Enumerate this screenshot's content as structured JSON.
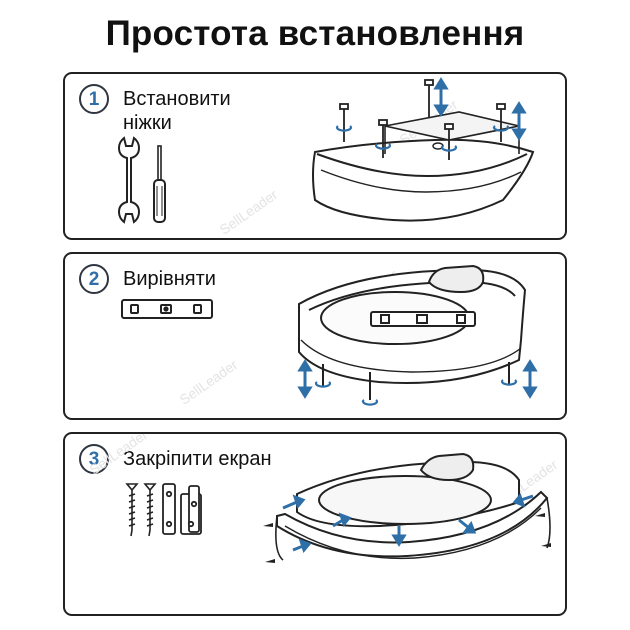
{
  "title": "Простота встановлення",
  "steps": [
    {
      "number": "1",
      "label_line1": "Встановити",
      "label_line2": "ніжки"
    },
    {
      "number": "2",
      "label_line1": "Вирівняти",
      "label_line2": ""
    },
    {
      "number": "3",
      "label_line1": "Закріпити екран",
      "label_line2": ""
    }
  ],
  "watermark": "SellLeader",
  "colors": {
    "accent": "#2f6fa8",
    "outline": "#222222"
  },
  "icons": [
    "wrench-icon",
    "screwdriver-icon",
    "level-icon",
    "screw-icon",
    "bracket-icon",
    "up-down-arrow-icon",
    "rotate-arrow-icon"
  ]
}
